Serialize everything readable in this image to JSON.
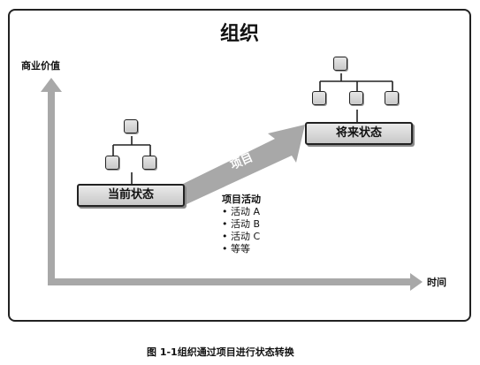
{
  "diagram": {
    "title": "组织",
    "y_axis_label": "商业价值",
    "x_axis_label": "时间",
    "current_state_label": "当前状态",
    "future_state_label": "将来状态",
    "arrow_label": "项目",
    "activities": {
      "heading": "项目活动",
      "items": [
        "• 活动 A",
        "• 活动 B",
        "• 活动 C",
        "• 等等"
      ]
    }
  },
  "caption": "图 1-1组织通过项目进行状态转换",
  "colors": {
    "axis": "#a8a8a8",
    "arrow": "#a8a8a8",
    "box_fill": "#d9d9d9",
    "border": "#222222"
  }
}
